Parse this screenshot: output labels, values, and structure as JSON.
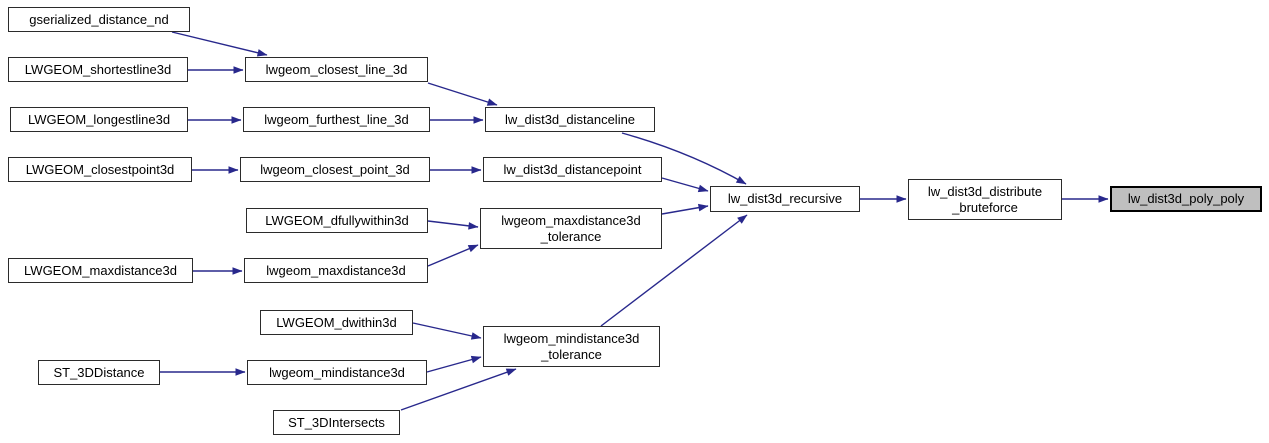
{
  "diagram": {
    "type": "doxygen-call-graph",
    "direction": "left-to-right",
    "focus_node": "lw_dist3d_poly_poly",
    "colors": {
      "background": "#ffffff",
      "edge": "#28288c",
      "node_border": "#2b2b2b",
      "node_fill": "#ffffff",
      "focus_node_fill": "#bfbfbf",
      "text": "#000000"
    }
  },
  "nodes": [
    {
      "id": "gserialized_distance_nd",
      "label": "gserialized_distance_nd",
      "highlighted": false
    },
    {
      "id": "LWGEOM_shortestline3d",
      "label": "LWGEOM_shortestline3d",
      "highlighted": false
    },
    {
      "id": "lwgeom_closest_line_3d",
      "label": "lwgeom_closest_line_3d",
      "highlighted": false
    },
    {
      "id": "LWGEOM_longestline3d",
      "label": "LWGEOM_longestline3d",
      "highlighted": false
    },
    {
      "id": "lwgeom_furthest_line_3d",
      "label": "lwgeom_furthest_line_3d",
      "highlighted": false
    },
    {
      "id": "lw_dist3d_distanceline",
      "label": "lw_dist3d_distanceline",
      "highlighted": false
    },
    {
      "id": "LWGEOM_closestpoint3d",
      "label": "LWGEOM_closestpoint3d",
      "highlighted": false
    },
    {
      "id": "lwgeom_closest_point_3d",
      "label": "lwgeom_closest_point_3d",
      "highlighted": false
    },
    {
      "id": "lw_dist3d_distancepoint",
      "label": "lw_dist3d_distancepoint",
      "highlighted": false
    },
    {
      "id": "LWGEOM_dfullywithin3d",
      "label": "LWGEOM_dfullywithin3d",
      "highlighted": false
    },
    {
      "id": "lwgeom_maxdistance3d_tolerance",
      "label": "lwgeom_maxdistance3d\n_tolerance",
      "highlighted": false
    },
    {
      "id": "LWGEOM_maxdistance3d",
      "label": "LWGEOM_maxdistance3d",
      "highlighted": false
    },
    {
      "id": "lwgeom_maxdistance3d",
      "label": "lwgeom_maxdistance3d",
      "highlighted": false
    },
    {
      "id": "LWGEOM_dwithin3d",
      "label": "LWGEOM_dwithin3d",
      "highlighted": false
    },
    {
      "id": "lwgeom_mindistance3d_tolerance",
      "label": "lwgeom_mindistance3d\n_tolerance",
      "highlighted": false
    },
    {
      "id": "ST_3DDistance",
      "label": "ST_3DDistance",
      "highlighted": false
    },
    {
      "id": "lwgeom_mindistance3d",
      "label": "lwgeom_mindistance3d",
      "highlighted": false
    },
    {
      "id": "ST_3DIntersects",
      "label": "ST_3DIntersects",
      "highlighted": false
    },
    {
      "id": "lw_dist3d_recursive",
      "label": "lw_dist3d_recursive",
      "highlighted": false
    },
    {
      "id": "lw_dist3d_distribute_bruteforce",
      "label": "lw_dist3d_distribute\n_bruteforce",
      "highlighted": false
    },
    {
      "id": "lw_dist3d_poly_poly",
      "label": "lw_dist3d_poly_poly",
      "highlighted": true
    }
  ],
  "edges": [
    {
      "from": "gserialized_distance_nd",
      "to": "lwgeom_closest_line_3d"
    },
    {
      "from": "LWGEOM_shortestline3d",
      "to": "lwgeom_closest_line_3d"
    },
    {
      "from": "lwgeom_closest_line_3d",
      "to": "lw_dist3d_distanceline"
    },
    {
      "from": "LWGEOM_longestline3d",
      "to": "lwgeom_furthest_line_3d"
    },
    {
      "from": "lwgeom_furthest_line_3d",
      "to": "lw_dist3d_distanceline"
    },
    {
      "from": "lw_dist3d_distanceline",
      "to": "lw_dist3d_recursive"
    },
    {
      "from": "LWGEOM_closestpoint3d",
      "to": "lwgeom_closest_point_3d"
    },
    {
      "from": "lwgeom_closest_point_3d",
      "to": "lw_dist3d_distancepoint"
    },
    {
      "from": "lw_dist3d_distancepoint",
      "to": "lw_dist3d_recursive"
    },
    {
      "from": "LWGEOM_dfullywithin3d",
      "to": "lwgeom_maxdistance3d_tolerance"
    },
    {
      "from": "lwgeom_maxdistance3d",
      "to": "lwgeom_maxdistance3d_tolerance"
    },
    {
      "from": "LWGEOM_maxdistance3d",
      "to": "lwgeom_maxdistance3d"
    },
    {
      "from": "lwgeom_maxdistance3d_tolerance",
      "to": "lw_dist3d_recursive"
    },
    {
      "from": "LWGEOM_dwithin3d",
      "to": "lwgeom_mindistance3d_tolerance"
    },
    {
      "from": "ST_3DDistance",
      "to": "lwgeom_mindistance3d"
    },
    {
      "from": "lwgeom_mindistance3d",
      "to": "lwgeom_mindistance3d_tolerance"
    },
    {
      "from": "ST_3DIntersects",
      "to": "lwgeom_mindistance3d_tolerance"
    },
    {
      "from": "lwgeom_mindistance3d_tolerance",
      "to": "lw_dist3d_recursive"
    },
    {
      "from": "lw_dist3d_recursive",
      "to": "lw_dist3d_distribute_bruteforce"
    },
    {
      "from": "lw_dist3d_distribute_bruteforce",
      "to": "lw_dist3d_poly_poly"
    }
  ]
}
